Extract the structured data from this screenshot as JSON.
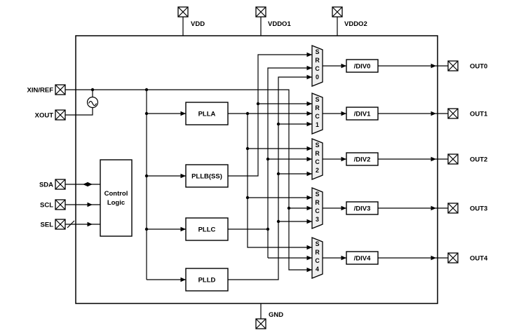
{
  "diagram": {
    "background": "#ffffff",
    "line_color": "#000000",
    "mux_fill": "#efefef"
  },
  "pins": {
    "top": [
      {
        "label": "VDD"
      },
      {
        "label": "VDDO1"
      },
      {
        "label": "VDDO2"
      }
    ],
    "bottom": [
      {
        "label": "GND"
      }
    ],
    "left": [
      {
        "label": "XIN/REF"
      },
      {
        "label": "XOUT"
      },
      {
        "label": "SDA"
      },
      {
        "label": "SCL"
      },
      {
        "label": "SEL"
      }
    ],
    "right": [
      {
        "label": "OUT0"
      },
      {
        "label": "OUT1"
      },
      {
        "label": "OUT2"
      },
      {
        "label": "OUT3"
      },
      {
        "label": "OUT4"
      }
    ]
  },
  "blocks": {
    "control": {
      "line1": "Control",
      "line2": "Logic"
    },
    "plls": [
      {
        "label": "PLLA"
      },
      {
        "label": "PLLB(SS)"
      },
      {
        "label": "PLLC"
      },
      {
        "label": "PLLD"
      }
    ],
    "muxes": [
      {
        "l0": "S",
        "l1": "R",
        "l2": "C",
        "l3": "0"
      },
      {
        "l0": "S",
        "l1": "R",
        "l2": "C",
        "l3": "1"
      },
      {
        "l0": "S",
        "l1": "R",
        "l2": "C",
        "l3": "2"
      },
      {
        "l0": "S",
        "l1": "R",
        "l2": "C",
        "l3": "3"
      },
      {
        "l0": "S",
        "l1": "R",
        "l2": "C",
        "l3": "4"
      }
    ],
    "dividers": [
      {
        "label": "/DIV0"
      },
      {
        "label": "/DIV1"
      },
      {
        "label": "/DIV2"
      },
      {
        "label": "/DIV3"
      },
      {
        "label": "/DIV4"
      }
    ]
  }
}
